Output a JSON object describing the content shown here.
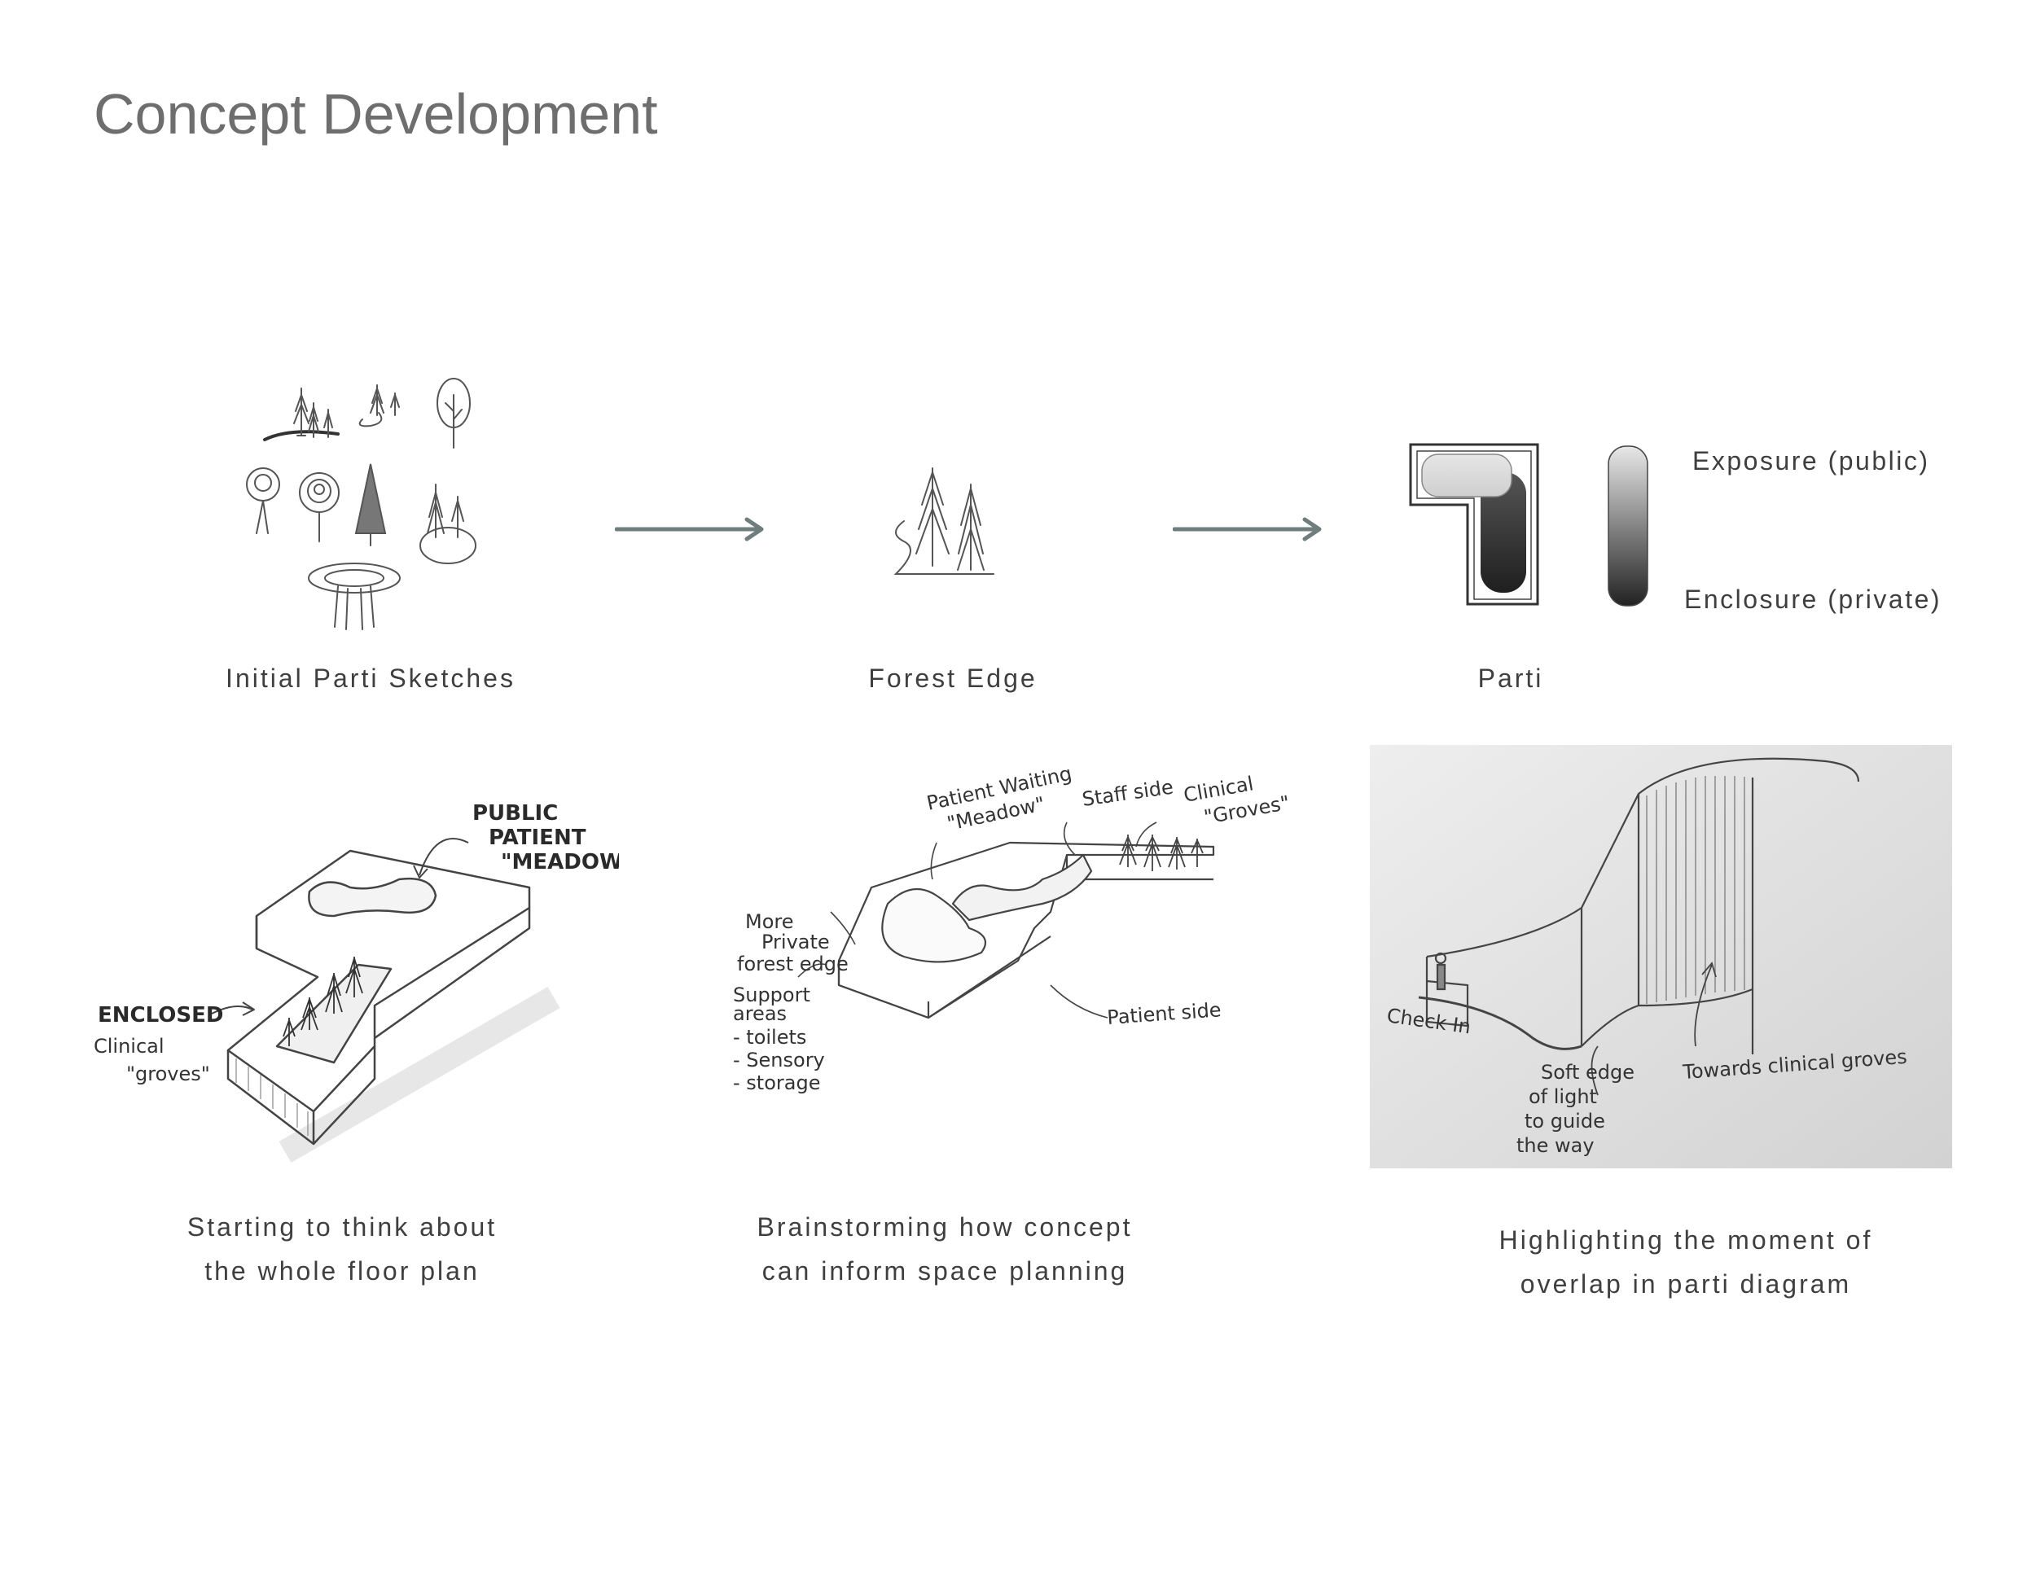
{
  "page": {
    "title": "Concept Development"
  },
  "row1": {
    "sketches": {
      "caption": "Initial Parti Sketches"
    },
    "forest_edge": {
      "caption": "Forest Edge"
    },
    "parti": {
      "caption": "Parti",
      "legend_top": "Exposure (public)",
      "legend_bottom": "Enclosure (private)"
    }
  },
  "row2": {
    "floor_plan": {
      "caption_line1": "Starting to think about",
      "caption_line2": "the whole floor plan",
      "notes": {
        "public_1": "PUBLIC",
        "public_2": "PATIENT",
        "public_3": "\"MEADOW\"",
        "enclosed_1": "ENCLOSED",
        "enclosed_2": "Clinical",
        "enclosed_3": "\"groves\""
      }
    },
    "space_planning": {
      "caption_line1": "Brainstorming how concept",
      "caption_line2": "can inform space planning",
      "notes": {
        "waiting_1": "Patient Waiting",
        "waiting_2": "\"Meadow\"",
        "staff": "Staff side",
        "clinical_1": "Clinical",
        "clinical_2": "\"Groves\"",
        "private_1": "More",
        "private_2": "Private",
        "private_3": "forest edge",
        "support_1": "Support",
        "support_2": "areas",
        "support_3": "- toilets",
        "support_4": "- Sensory",
        "support_5": "- storage",
        "patient_side": "Patient side"
      }
    },
    "overlap": {
      "caption_line1": "Highlighting the moment of",
      "caption_line2": "overlap in parti diagram",
      "notes": {
        "check_in": "Check In",
        "soft_1": "Soft edge",
        "soft_2": "of light",
        "soft_3": "to guide",
        "soft_4": "the way",
        "towards": "Towards clinical groves"
      }
    }
  },
  "colors": {
    "arrow": "#6f7d7c",
    "title": "#6e6e6e",
    "caption": "#3f3f3f",
    "pencil": "#555555"
  }
}
